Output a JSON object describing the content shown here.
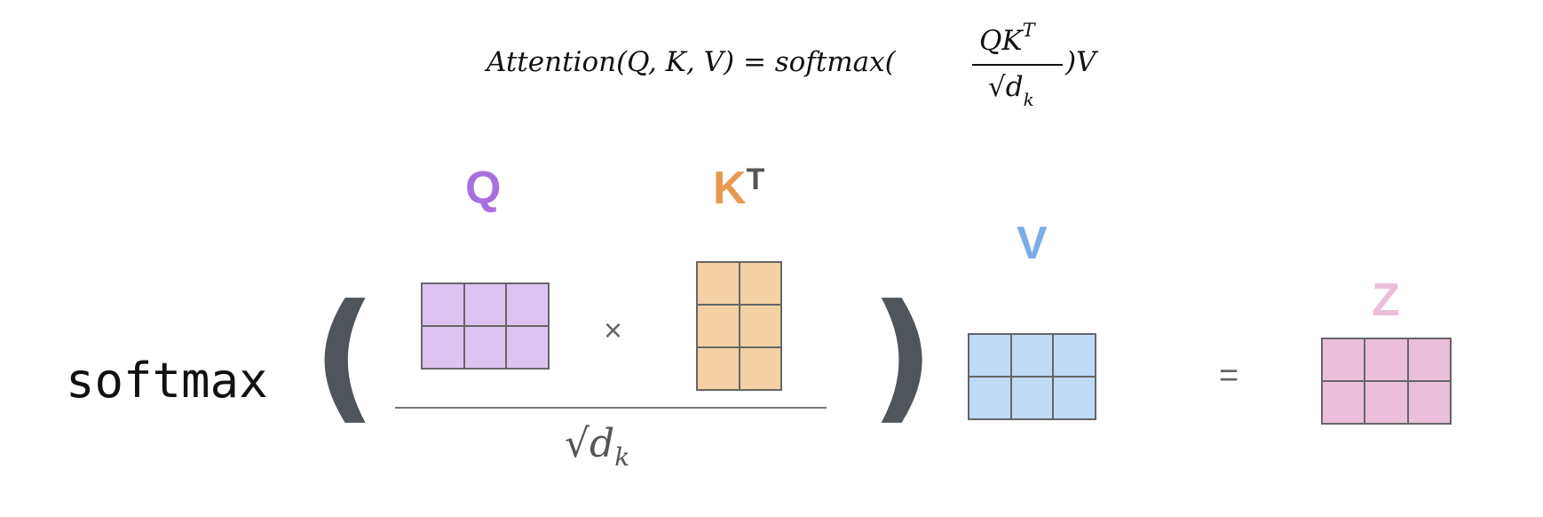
{
  "formula": {
    "lhs": "Attention(Q, K, V) = softmax(",
    "numerator": "QK",
    "numerator_sup": "T",
    "denominator": "√d",
    "denominator_sub": "k",
    "rhs": ")V"
  },
  "diagram": {
    "softmax_label": "softmax",
    "left_paren": "(",
    "right_paren": ")",
    "times": "×",
    "equals": "=",
    "denominator": "√d",
    "denominator_sub": "k",
    "matrices": {
      "q": {
        "label": "Q",
        "rows": 2,
        "cols": 3,
        "fill": "#dcc3f1",
        "label_color": "#a86fdf"
      },
      "k": {
        "label": "K",
        "label_sup": "T",
        "rows": 3,
        "cols": 2,
        "fill": "#f4d1a4",
        "label_color": "#e8994f"
      },
      "v": {
        "label": "V",
        "rows": 2,
        "cols": 3,
        "fill": "#c0dbf6",
        "label_color": "#7baee8"
      },
      "z": {
        "label": "Z",
        "rows": 2,
        "cols": 3,
        "fill": "#ebbfd9",
        "label_color": "#ebbfd9"
      }
    },
    "colors": {
      "paren": "#4f555b",
      "line": "#777777",
      "k_sup": "#555555"
    }
  }
}
